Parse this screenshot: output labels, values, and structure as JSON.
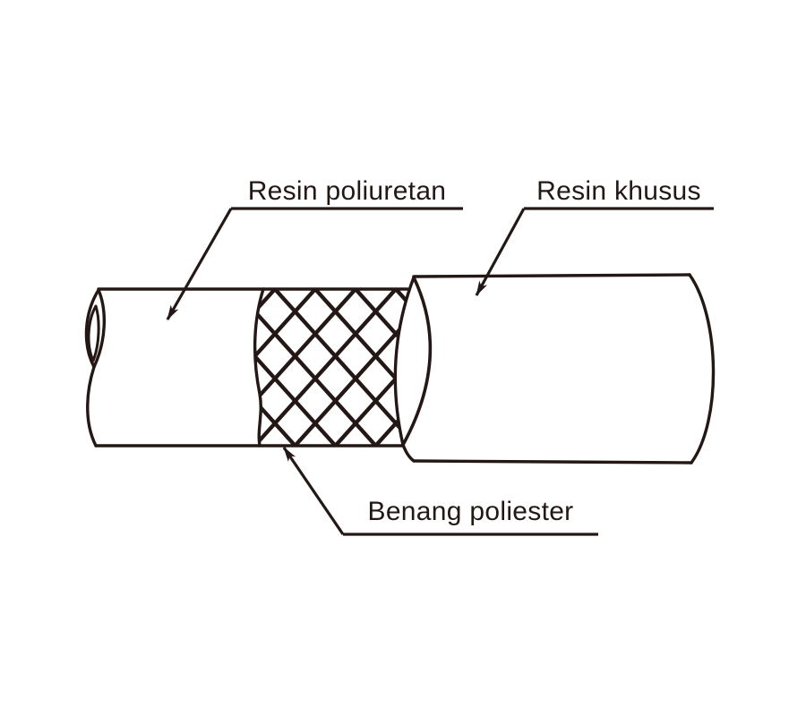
{
  "page": {
    "background_color": "#ffffff"
  },
  "diagram": {
    "type": "hose-construction-cutaway",
    "ink_color": "#231815",
    "labels": [
      {
        "id": "resin-poliuretan",
        "text": "Resin poliuretan"
      },
      {
        "id": "resin-khusus",
        "text": "Resin khusus"
      },
      {
        "id": "benang-poliester",
        "text": "Benang poliester"
      }
    ]
  }
}
